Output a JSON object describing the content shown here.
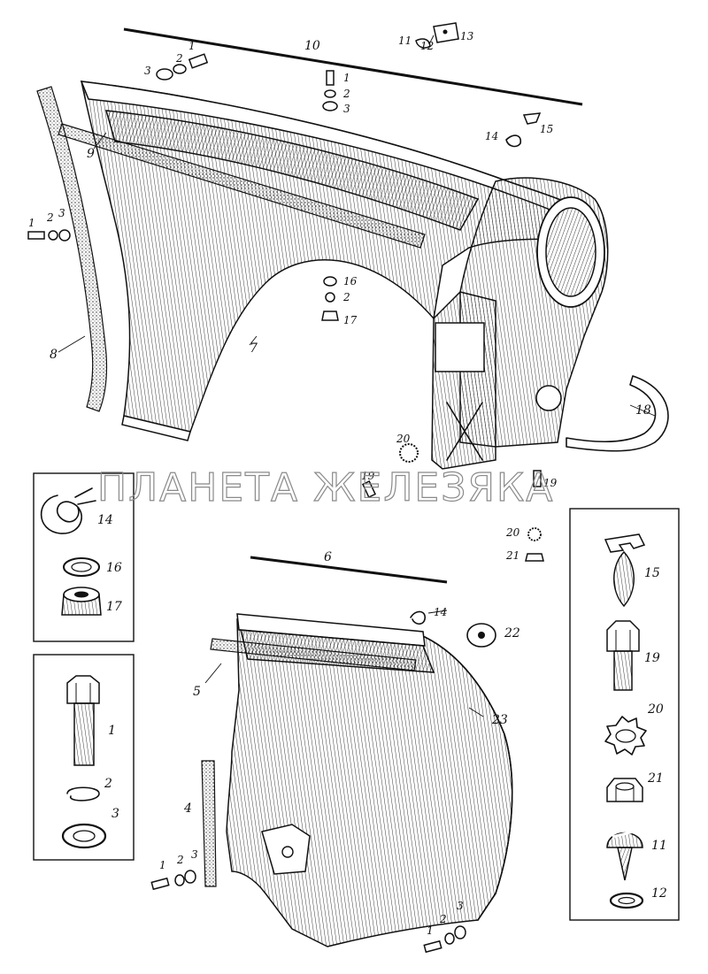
{
  "watermark": "ПЛАНЕТА ЖЕЛЕЗЯКА",
  "labels": {
    "top": {
      "l1a": "1",
      "l2a": "2",
      "l3a": "3",
      "l1b": "1",
      "l2b": "2",
      "l3b": "3",
      "l1c": "1",
      "l2c": "2",
      "l3c": "3",
      "l2d": "2",
      "l7": "7",
      "l8": "8",
      "l9": "9",
      "l10": "10",
      "l11": "11",
      "l12": "12",
      "l13": "13",
      "l14": "14",
      "l15": "15",
      "l16": "16",
      "l17": "17",
      "l18": "18",
      "l19a": "19",
      "l19b": "19",
      "l20": "20"
    },
    "left_box_a": {
      "l14": "14",
      "l16": "16",
      "l17": "17"
    },
    "left_box_b": {
      "l1": "1",
      "l2": "2",
      "l3": "3"
    },
    "right_box": {
      "l15": "15",
      "l19": "19",
      "l20": "20",
      "l21": "21",
      "l11": "11",
      "l12": "12"
    },
    "bottom": {
      "l6": "6",
      "l14": "14",
      "l22": "22",
      "l5": "5",
      "l23": "23",
      "l4": "4",
      "l20": "20",
      "l21": "21",
      "l1a": "1",
      "l2a": "2",
      "l3a": "3",
      "l1b": "1",
      "l2b": "2",
      "l3b": "3"
    }
  }
}
